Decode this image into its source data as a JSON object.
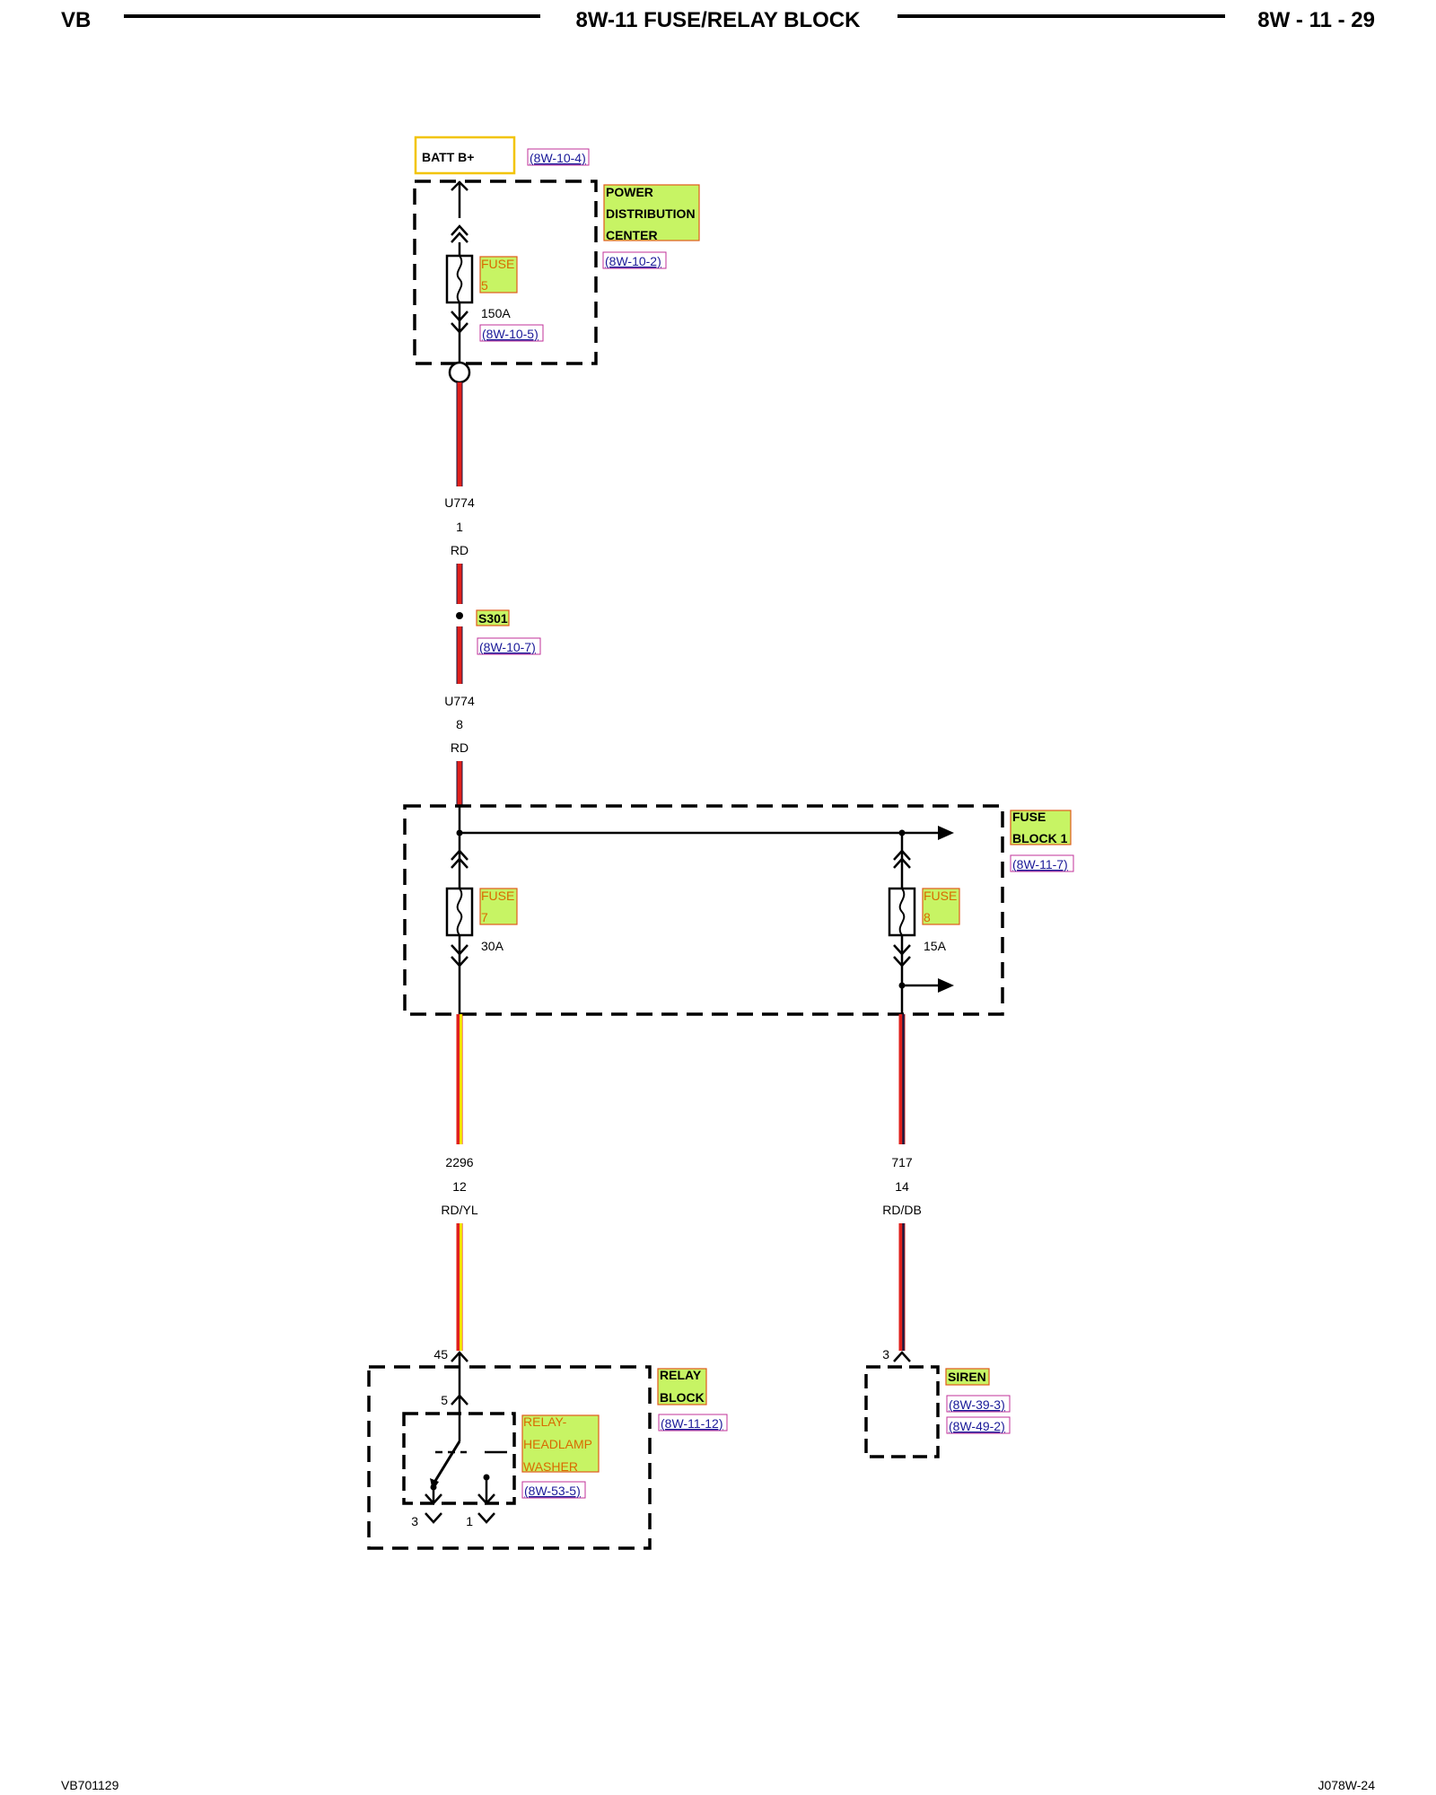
{
  "header": {
    "left": "VB",
    "title": "8W-11 FUSE/RELAY BLOCK",
    "page": "8W - 11 - 29"
  },
  "footer": {
    "left": "VB701129",
    "right": "J078W-24"
  },
  "source": {
    "label": "BATT B+",
    "ref": "(8W-10-4)"
  },
  "pdc": {
    "line1": "POWER",
    "line2": "DISTRIBUTION",
    "line3": "CENTER",
    "ref": "(8W-10-2)",
    "fuse_word": "FUSE",
    "fuse_num": "5",
    "fuse_rating": "150A",
    "fuse_ref": "(8W-10-5)"
  },
  "wire_a": {
    "circuit": "U774",
    "cavity": "1",
    "color": "RD"
  },
  "splice": {
    "id": "S301",
    "ref": "(8W-10-7)"
  },
  "wire_b": {
    "circuit": "U774",
    "cavity": "8",
    "color": "RD"
  },
  "fuse_block": {
    "line1": "FUSE",
    "line2": "BLOCK 1",
    "ref": "(8W-11-7)",
    "fuse7_word": "FUSE",
    "fuse7_num": "7",
    "fuse7_rating": "30A",
    "fuse8_word": "FUSE",
    "fuse8_num": "8",
    "fuse8_rating": "15A"
  },
  "wire_c": {
    "circuit": "2296",
    "cavity": "12",
    "color": "RD/YL"
  },
  "wire_d": {
    "circuit": "717",
    "cavity": "14",
    "color": "RD/DB"
  },
  "relay_block": {
    "line1": "RELAY",
    "line2": "BLOCK",
    "ref": "(8W-11-12)",
    "pin_in": "45",
    "relay_pin_5": "5",
    "relay_pin_3": "3",
    "relay_pin_1": "1",
    "relay_line1": "RELAY-",
    "relay_line2": "HEADLAMP",
    "relay_line3": "WASHER",
    "relay_ref": "(8W-53-5)"
  },
  "siren": {
    "label": "SIREN",
    "pin": "3",
    "ref1": "(8W-39-3)",
    "ref2": "(8W-49-2)"
  },
  "colors": {
    "wire_red": "#e0201c",
    "wire_yellow": "#f2e200",
    "wire_dark": "#1a1a40",
    "highlight_fill": "#c7f464",
    "highlight_border": "#e05a1a",
    "source_border": "#f2c400",
    "ref_text": "#1a1a99"
  }
}
